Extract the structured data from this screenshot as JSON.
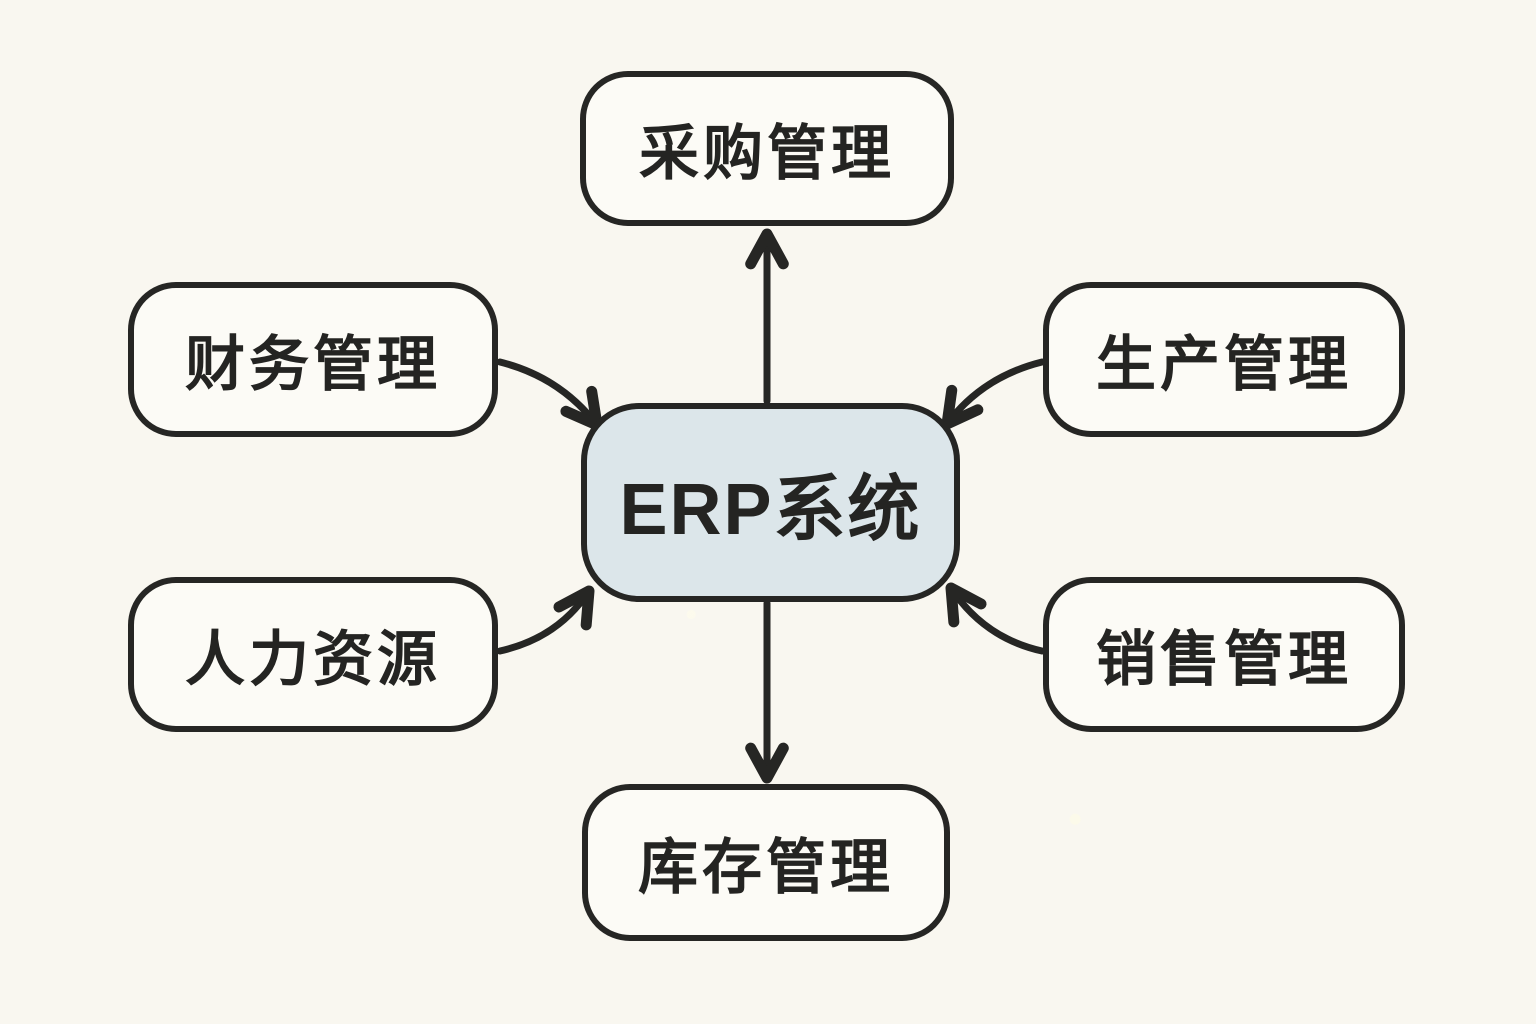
{
  "diagram": {
    "center": {
      "id": "erp",
      "label": "ERP系统"
    },
    "nodes": [
      {
        "id": "purchase",
        "label": "采购管理",
        "position": "top"
      },
      {
        "id": "finance",
        "label": "财务管理",
        "position": "left-top"
      },
      {
        "id": "production",
        "label": "生产管理",
        "position": "right-top"
      },
      {
        "id": "hr",
        "label": "人力资源",
        "position": "left-bottom"
      },
      {
        "id": "sales",
        "label": "销售管理",
        "position": "right-bottom"
      },
      {
        "id": "inventory",
        "label": "库存管理",
        "position": "bottom"
      }
    ],
    "connections": [
      {
        "from": "erp",
        "to": "purchase",
        "style": "straight"
      },
      {
        "from": "erp",
        "to": "inventory",
        "style": "straight"
      },
      {
        "from": "finance",
        "to": "erp",
        "style": "curved"
      },
      {
        "from": "production",
        "to": "erp",
        "style": "curved"
      },
      {
        "from": "hr",
        "to": "erp",
        "style": "curved"
      },
      {
        "from": "sales",
        "to": "erp",
        "style": "curved"
      }
    ],
    "colors": {
      "background": "#f9f7f0",
      "node_fill": "#fcfbf6",
      "center_fill": "#dce6ea",
      "stroke": "#262624",
      "text": "#242422"
    }
  }
}
